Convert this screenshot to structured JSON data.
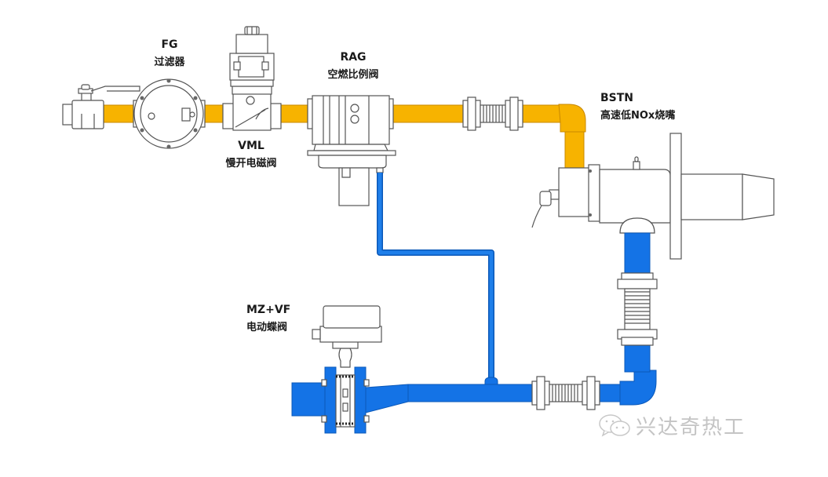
{
  "diagram": {
    "title": "Gas burner valve train schematic",
    "colors": {
      "gas_pipe": "#F7B300",
      "gas_pipe_edge": "#C98900",
      "air_pipe": "#1473E6",
      "air_pipe_edge": "#0B58B8",
      "outline": "#555555",
      "watermark": "#C4C4C4"
    },
    "components": [
      {
        "id": "fg",
        "code": "FG",
        "name": "过滤器"
      },
      {
        "id": "vml",
        "code": "VML",
        "name": "慢开电磁阀"
      },
      {
        "id": "rag",
        "code": "RAG",
        "name": "空燃比例阀"
      },
      {
        "id": "bstn",
        "code": "BSTN",
        "name": "高速低NOx烧嘴"
      },
      {
        "id": "mzvf",
        "code": "MZ+VF",
        "name": "电动蝶阀"
      }
    ],
    "lines": [
      {
        "id": "gas-line",
        "medium": "gas",
        "color_key": "gas_pipe"
      },
      {
        "id": "air-line",
        "medium": "air",
        "color_key": "air_pipe"
      },
      {
        "id": "impulse-line",
        "medium": "air pressure signal",
        "color_key": "air_pipe"
      }
    ],
    "watermark": {
      "icon": "wechat-icon",
      "text": "兴达奇热工"
    }
  }
}
